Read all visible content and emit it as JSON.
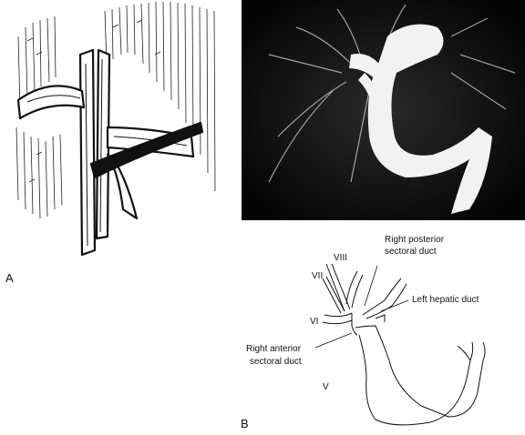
{
  "panels": {
    "a": {
      "letter": "A"
    },
    "b": {
      "letter": "B"
    }
  },
  "diagram_labels": {
    "segment_viii": "VIII",
    "segment_vii": "VII",
    "segment_vi": "VI",
    "segment_v": "V",
    "right_posterior_line1": "Right posterior",
    "right_posterior_line2": "sectoral duct",
    "left_hepatic": "Left hepatic duct",
    "right_anterior_line1": "Right anterior",
    "right_anterior_line2": "sectoral duct"
  },
  "colors": {
    "ink": "#111111",
    "photo_background": "#0b0b0b",
    "contrast_fill": "#f2f2f2"
  }
}
